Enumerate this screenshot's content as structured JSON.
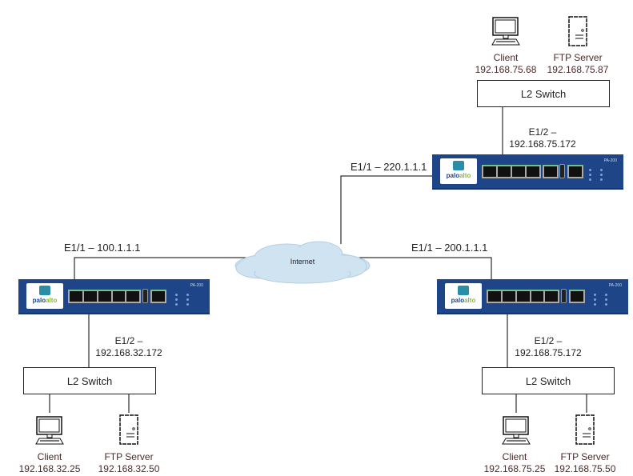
{
  "cloud": {
    "label": "Internet"
  },
  "firewalls": {
    "top": {
      "model": "PA-200",
      "brand": "palo",
      "brand_accent": "alto"
    },
    "left": {
      "model": "PA-200",
      "brand": "palo",
      "brand_accent": "alto"
    },
    "right": {
      "model": "PA-200",
      "brand": "palo",
      "brand_accent": "alto"
    }
  },
  "links": {
    "top_e1_1": "E1/1 – 220.1.1.1",
    "left_e1_1": "E1/1 – 100.1.1.1",
    "right_e1_1": "E1/1 – 200.1.1.1",
    "top_e1_2": [
      "E1/2 –",
      "192.168.75.172"
    ],
    "left_e1_2": [
      "E1/2 –",
      "192.168.32.172"
    ],
    "right_e1_2": [
      "E1/2 –",
      "192.168.75.172"
    ]
  },
  "switches": {
    "top": "L2 Switch",
    "left": "L2 Switch",
    "right": "L2 Switch"
  },
  "hosts": {
    "top_client": {
      "name": "Client",
      "ip": "192.168.75.68"
    },
    "top_ftp": {
      "name": "FTP Server",
      "ip": "192.168.75.87"
    },
    "left_client": {
      "name": "Client",
      "ip": "192.168.32.25"
    },
    "left_ftp": {
      "name": "FTP Server",
      "ip": "192.168.32.50"
    },
    "right_client": {
      "name": "Client",
      "ip": "192.168.75.25"
    },
    "right_ftp": {
      "name": "FTP Server",
      "ip": "192.168.75.50"
    }
  },
  "colors": {
    "firewall_body": "#1d4587",
    "cloud_fill": "#cfe3f1",
    "wire": "#000000"
  }
}
